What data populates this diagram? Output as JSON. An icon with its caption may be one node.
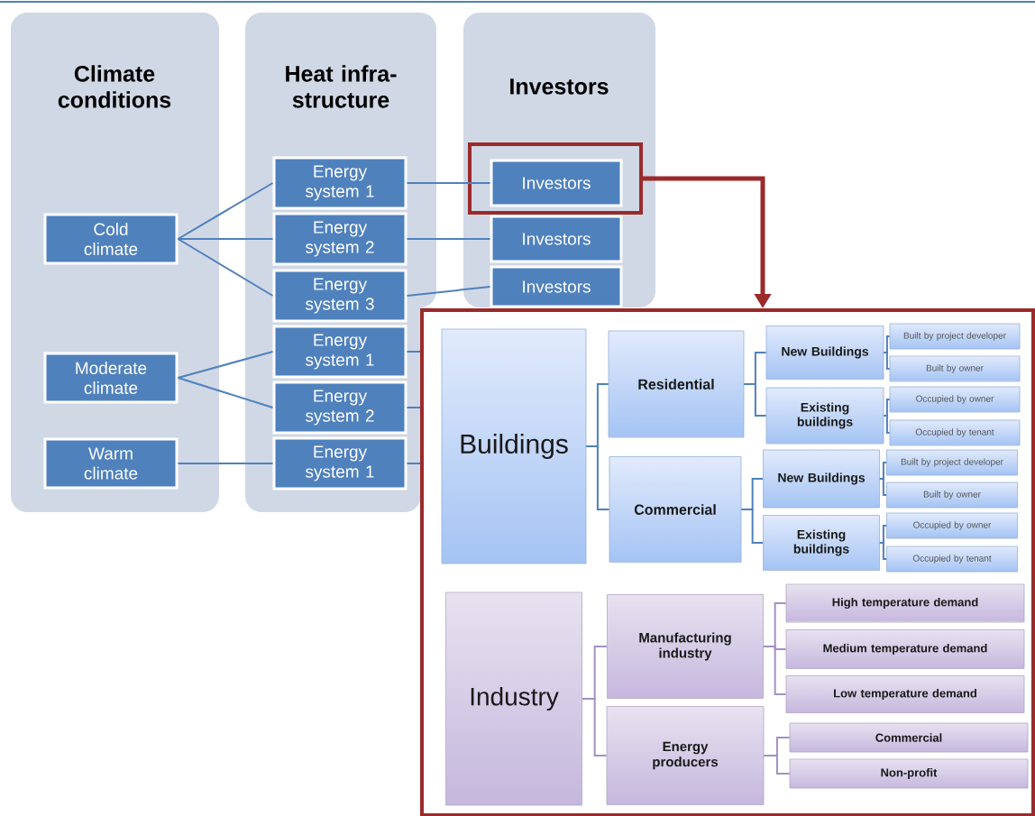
{
  "diagram": {
    "nodes": [
      {
        "text": [
          "Climate conditions"
        ]
      },
      {
        "text": [
          "Heat infra-structure"
        ]
      },
      {
        "text": [
          "Investors"
        ]
      },
      {
        "text": [
          "Cold climate"
        ],
        "in": 0
      },
      {
        "text": [
          "Moderate climate"
        ],
        "in": 0
      },
      {
        "text": [
          "Warm climate"
        ],
        "in": 0
      },
      {
        "text": [
          "Energy system 1"
        ],
        "in": 1
      },
      {
        "text": [
          "Energy system 2"
        ],
        "in": 1
      },
      {
        "text": [
          "Energy system 3"
        ],
        "in": 1
      },
      {
        "text": [
          "Energy system 1"
        ],
        "in": 1
      },
      {
        "text": [
          "Energy system 2"
        ],
        "in": 1
      },
      {
        "text": [
          "Energy system 1"
        ],
        "in": 1
      },
      {
        "text": [],
        "shape": "box",
        "in": 2
      },
      {
        "text": [
          "Investors"
        ],
        "in": 12
      },
      {
        "text": [
          "Investors"
        ],
        "in": 2
      },
      {
        "text": [
          "Investors"
        ],
        "in": 2
      },
      {
        "text": [],
        "shape": "box"
      },
      {
        "text": [
          "Buildings"
        ],
        "in": 16
      },
      {
        "text": [
          "Residential"
        ],
        "in": 16
      },
      {
        "text": [
          "New Buildings"
        ],
        "in": 16
      },
      {
        "text": [
          "Built by project developer"
        ],
        "in": 16
      },
      {
        "text": [
          "Built by owner"
        ],
        "in": 16
      },
      {
        "text": [
          "Existing buildings"
        ],
        "in": 16
      },
      {
        "text": [
          "Occupied by owner"
        ],
        "in": 16
      },
      {
        "text": [
          "Occupied by tenant"
        ],
        "in": 16
      },
      {
        "text": [
          "Commercial"
        ],
        "in": 16
      },
      {
        "text": [
          "New Buildings"
        ],
        "in": 16
      },
      {
        "text": [
          "Built by project developer"
        ],
        "in": 16
      },
      {
        "text": [
          "Built by owner"
        ],
        "in": 16
      },
      {
        "text": [
          "Existing buildings"
        ],
        "in": 16
      },
      {
        "text": [
          "Occupied by owner"
        ],
        "in": 16
      },
      {
        "text": [
          "Occupied by tenant"
        ],
        "in": 16
      },
      {
        "text": [
          "Industry"
        ],
        "in": 16
      },
      {
        "text": [
          "Manufacturing industry"
        ],
        "in": 16
      },
      {
        "text": [
          "High temperature demand"
        ],
        "in": 16
      },
      {
        "text": [
          "Medium temperature demand"
        ],
        "in": 16
      },
      {
        "text": [
          "Low temperature demand"
        ],
        "in": 16
      },
      {
        "text": [
          "Energy producers"
        ],
        "in": 16
      },
      {
        "text": [
          "Commercial"
        ],
        "in": 16
      },
      {
        "text": [
          "Non-profit"
        ],
        "in": 16
      }
    ],
    "edges": [
      {
        "from": 3,
        "to": 6,
        "arrow": "none"
      },
      {
        "from": 3,
        "to": 7,
        "arrow": "none"
      },
      {
        "from": 3,
        "to": 8,
        "arrow": "none"
      },
      {
        "from": 4,
        "to": 9,
        "arrow": "none"
      },
      {
        "from": 4,
        "to": 10,
        "arrow": "none"
      },
      {
        "from": 5,
        "to": 11,
        "arrow": "none"
      },
      {
        "from": 6,
        "to": 13,
        "arrow": "none"
      },
      {
        "from": 7,
        "to": 14,
        "arrow": "none"
      },
      {
        "from": 8,
        "to": 15,
        "arrow": "none"
      },
      {
        "from": 9,
        "to": 16,
        "arrow": "none"
      },
      {
        "from": 10,
        "to": 16,
        "arrow": "none"
      },
      {
        "from": 11,
        "to": 16,
        "arrow": "none"
      },
      {
        "from": 12,
        "to": 16,
        "arrow": "to",
        "style": "thick",
        "color": "#9b2a2a"
      },
      {
        "from": 17,
        "to": 18,
        "arrow": "none"
      },
      {
        "from": 17,
        "to": 25,
        "arrow": "none"
      },
      {
        "from": 18,
        "to": 19,
        "arrow": "none"
      },
      {
        "from": 18,
        "to": 22,
        "arrow": "none"
      },
      {
        "from": 19,
        "to": 20,
        "arrow": "none"
      },
      {
        "from": 19,
        "to": 21,
        "arrow": "none"
      },
      {
        "from": 22,
        "to": 23,
        "arrow": "none"
      },
      {
        "from": 22,
        "to": 24,
        "arrow": "none"
      },
      {
        "from": 25,
        "to": 26,
        "arrow": "none"
      },
      {
        "from": 25,
        "to": 29,
        "arrow": "none"
      },
      {
        "from": 26,
        "to": 27,
        "arrow": "none"
      },
      {
        "from": 26,
        "to": 28,
        "arrow": "none"
      },
      {
        "from": 29,
        "to": 30,
        "arrow": "none"
      },
      {
        "from": 29,
        "to": 31,
        "arrow": "none"
      },
      {
        "from": 32,
        "to": 33,
        "arrow": "none",
        "color": "#a391c0"
      },
      {
        "from": 32,
        "to": 37,
        "arrow": "none",
        "color": "#a391c0"
      },
      {
        "from": 33,
        "to": 34,
        "arrow": "none",
        "color": "#a391c0"
      },
      {
        "from": 33,
        "to": 35,
        "arrow": "none",
        "color": "#a391c0"
      },
      {
        "from": 33,
        "to": 36,
        "arrow": "none",
        "color": "#a391c0"
      },
      {
        "from": 37,
        "to": 38,
        "arrow": "none",
        "color": "#a391c0"
      },
      {
        "from": 37,
        "to": 39,
        "arrow": "none",
        "color": "#a391c0"
      }
    ]
  }
}
